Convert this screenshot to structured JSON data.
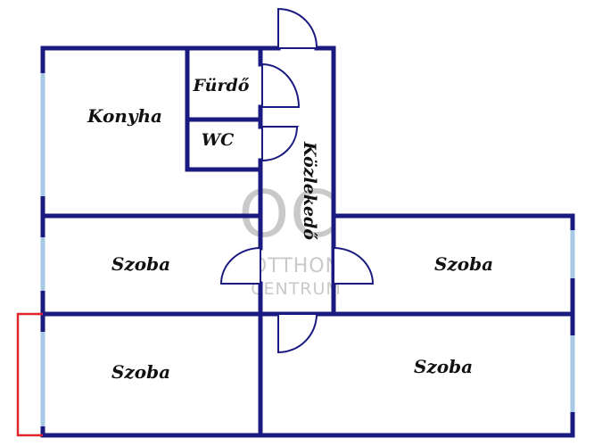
{
  "rooms": {
    "konyha": "Konyha",
    "furdo": "Fürdő",
    "wc": "WC",
    "kozlekedo": "Közlekedő",
    "szoba_mid_left": "Szoba",
    "szoba_mid_right": "Szoba",
    "szoba_bottom_left": "Szoba",
    "szoba_bottom_right": "Szoba"
  },
  "watermark": {
    "mark": "OC",
    "line1": "OTTHON",
    "line2": "CENTRUM"
  },
  "colors": {
    "wall": "#1a1a80",
    "window": "#a9c8e6",
    "balcony": "#e0242b",
    "watermark": "#c9c9c9"
  }
}
